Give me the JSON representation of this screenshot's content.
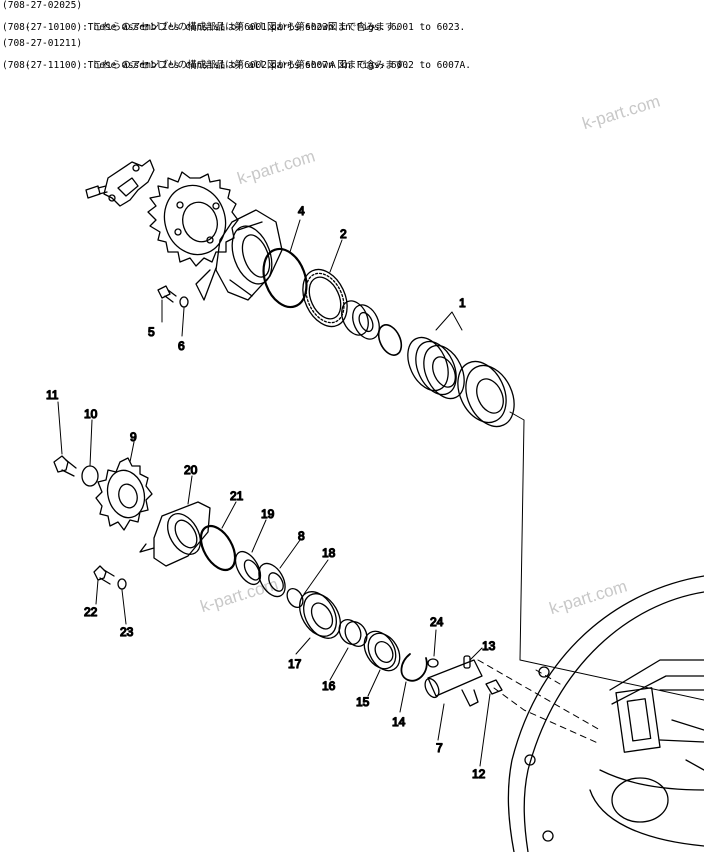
{
  "header": {
    "line1": "(708-27-02025)",
    "line2_prefix": "  (",
    "line2_note": "これらのアセンブリの構成部品は第6001図から第6023図まで含みます.",
    "line3": "(708-27-10100):These assemblies consist of all parts shown in Figs. 6001 to 6023.",
    "line4": "(708-27-01211)",
    "line5_prefix": "  (",
    "line5_note": "これらのアセンブリの構成部品は第6002図から第6007Ａ図まで含みます.",
    "line6": "(708-27-11100):These assemblies consist of all parts shown in Figs. 6002 to 6007A."
  },
  "watermarks": [
    "k-part.com",
    "k-part.com",
    "k-part.com",
    "k-part.com"
  ],
  "callouts": {
    "c1": "1",
    "c2": "2",
    "c4": "4",
    "c5": "5",
    "c6": "6",
    "c7": "7",
    "c8": "8",
    "c9": "9",
    "c10": "10",
    "c11": "11",
    "c12": "12",
    "c13": "13",
    "c14": "14",
    "c15": "15",
    "c16": "16",
    "c17": "17",
    "c18": "18",
    "c19": "19",
    "c20": "20",
    "c21": "21",
    "c22": "22",
    "c23": "23",
    "c24": "24"
  }
}
